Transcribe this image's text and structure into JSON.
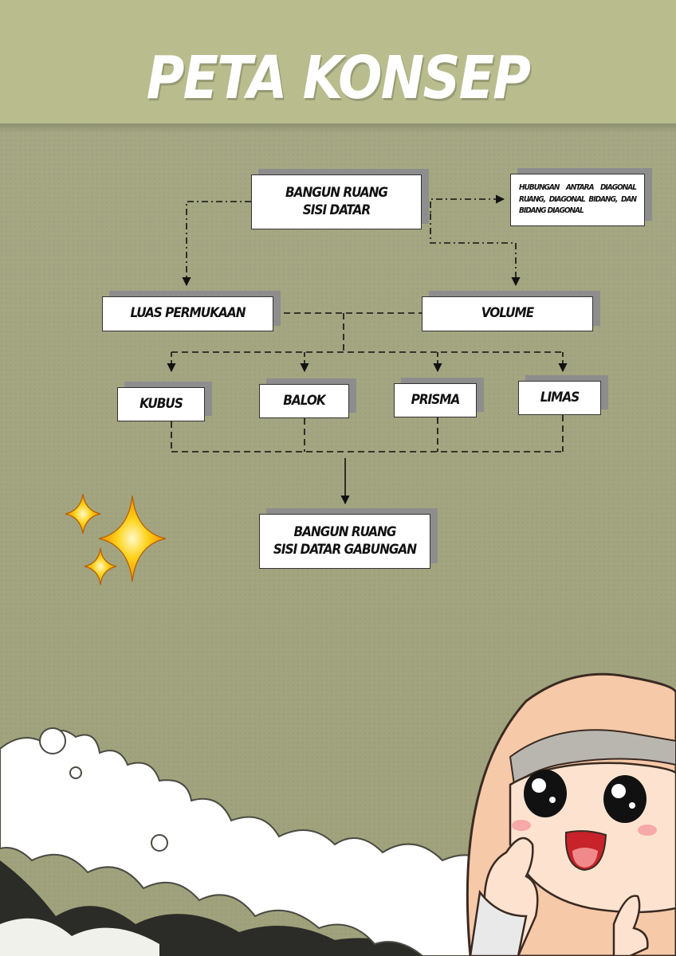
{
  "header": {
    "title": "PETA KONSEP"
  },
  "nodes": {
    "main": "BANGUN RUANG\nSISI DATAR",
    "hubungan": "HUBUNGAN ANTARA DIAGONAL RUANG, DIAGONAL BIDANG, DAN BIDANG DIAGONAL",
    "luas": "LUAS PERMUKAAN",
    "volume": "VOLUME",
    "kubus": "KUBUS",
    "balok": "BALOK",
    "prisma": "PRISMA",
    "limas": "LIMAS",
    "gabungan": "BANGUN RUANG\nSISI DATAR GABUNGAN"
  },
  "colors": {
    "background": "#a3a67f",
    "header_band": "#b9bd8e",
    "node_fill": "#ffffff",
    "node_shadow": "#8d8d8d",
    "sparkle": "#f5b800",
    "cloud": "#ffffff",
    "cloud_dark": "#2b2b28",
    "skin": "#fde3cf",
    "hijab": "#f6c9a8"
  },
  "icons": [
    "sparkle-icon",
    "cloud-illustration",
    "girl-mascot-illustration"
  ]
}
